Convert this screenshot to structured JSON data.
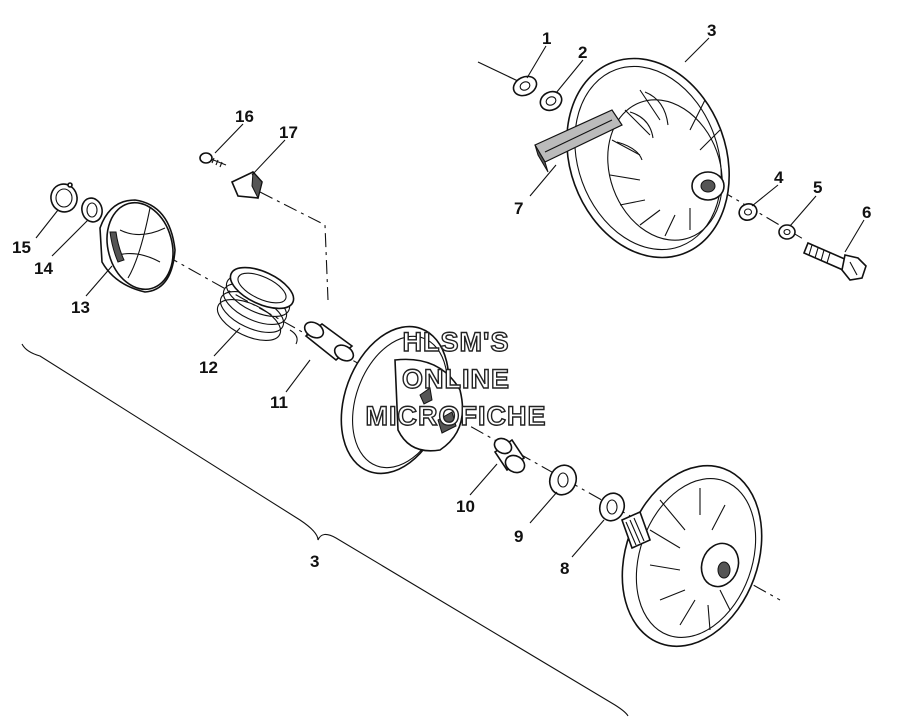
{
  "diagram": {
    "callouts": {
      "c1": "1",
      "c2": "2",
      "c3_top": "3",
      "c4": "4",
      "c5": "5",
      "c6": "6",
      "c7": "7",
      "c8": "8",
      "c9": "9",
      "c10": "10",
      "c11": "11",
      "c12": "12",
      "c13": "13",
      "c14": "14",
      "c15": "15",
      "c16": "16",
      "c17": "17",
      "c3_bottom": "3"
    },
    "watermark": [
      "HLSM'S",
      "ONLINE",
      "MICROFICHE"
    ]
  }
}
